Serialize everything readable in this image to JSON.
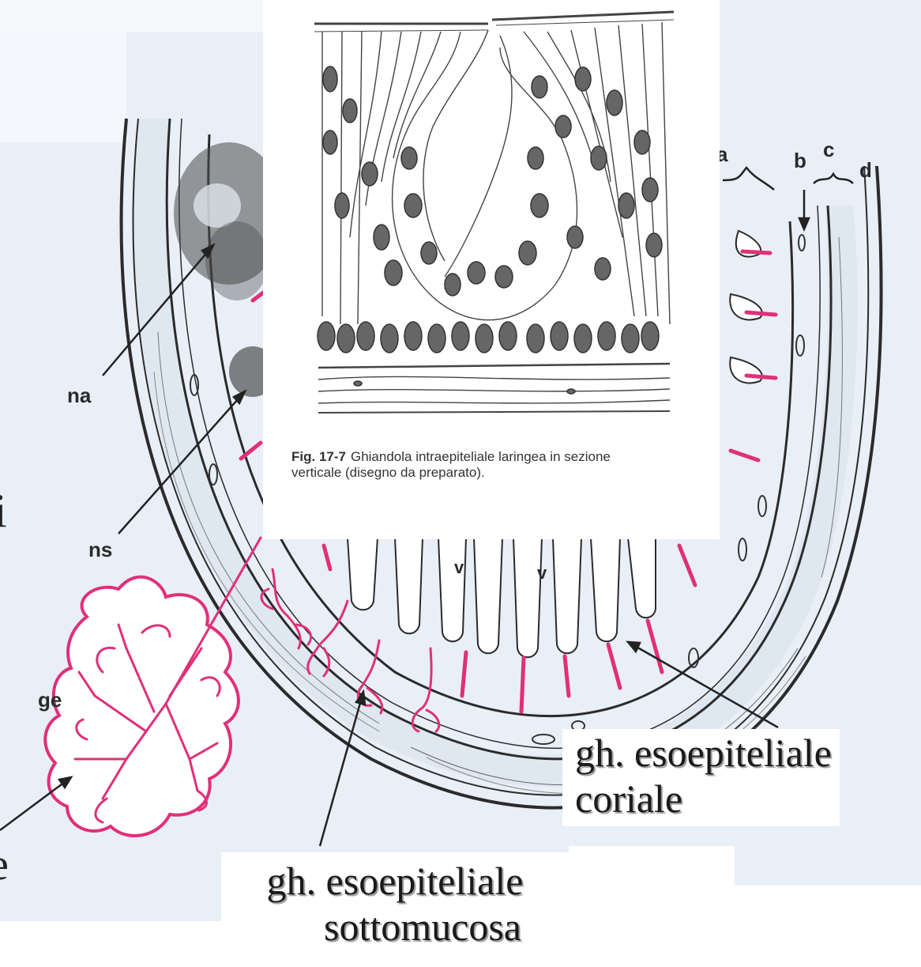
{
  "diagram": {
    "letters": {
      "na": "na",
      "ns": "ns",
      "ge": "ge",
      "a": "a",
      "b": "b",
      "c": "c",
      "d": "d",
      "v": "v"
    },
    "inset": {
      "fig_number": "Fig. 17-7",
      "caption_line1": "Ghiandola intraepiteliale laringea in sezione",
      "caption_line2": "verticale (disegno da preparato)."
    },
    "edge_fragments": {
      "left_mid": "i",
      "left_bottom": "e"
    },
    "labels": {
      "coriale_line1": "gh. esoepiteliale",
      "coriale_line2": "coriale",
      "sottomucosa_line1": "gh. esoepiteliale",
      "sottomucosa_line2": "sottomucosa"
    },
    "colors": {
      "gland": "#e0307a",
      "ink": "#2b2b2b",
      "tint": "#e7eef6"
    }
  }
}
